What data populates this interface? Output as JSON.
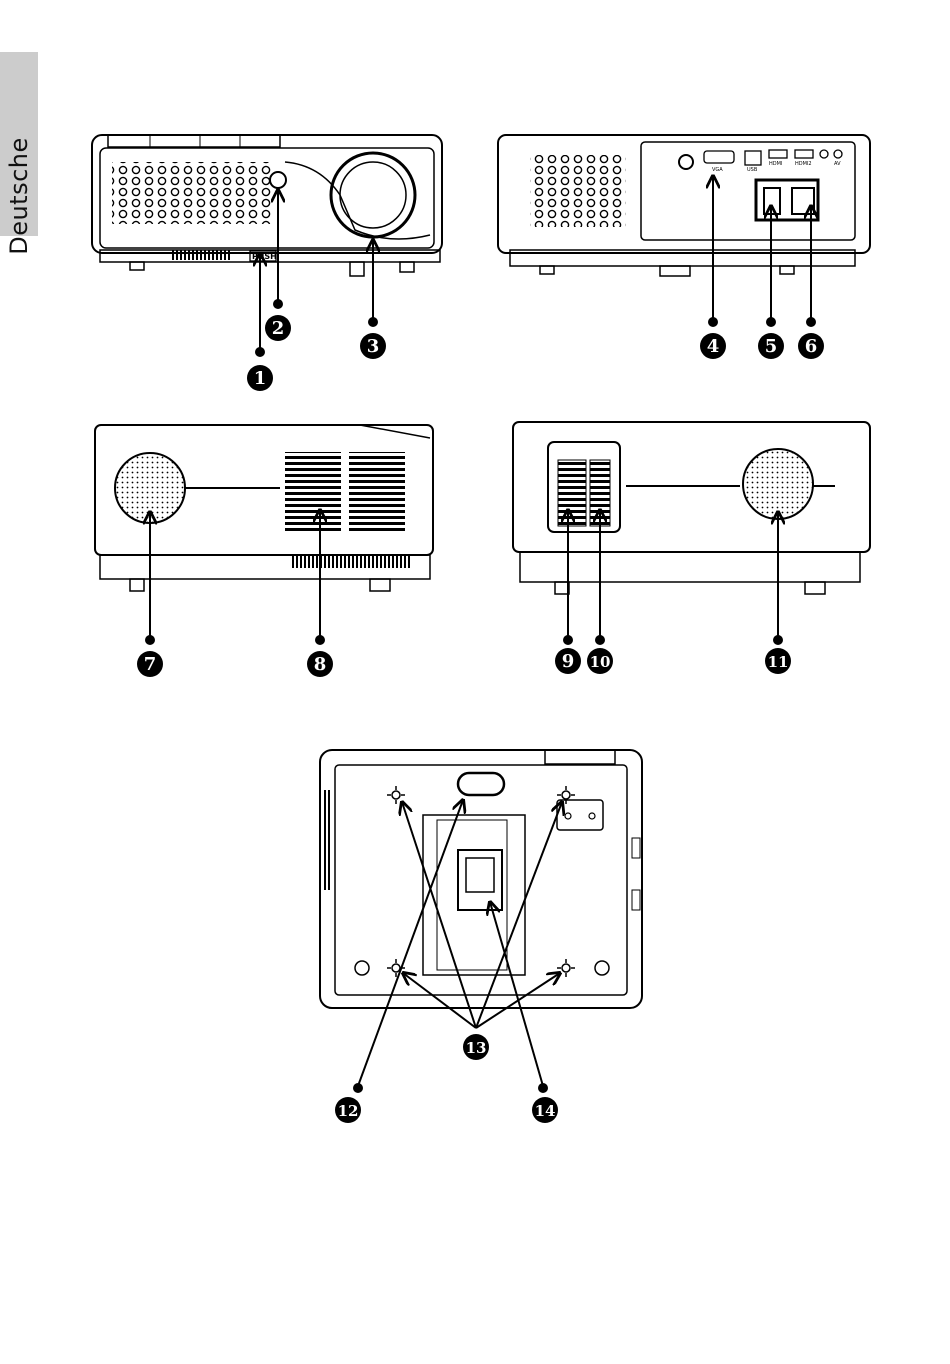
{
  "sidebar": {
    "language_tab": "Deutsche"
  },
  "callouts": [
    "1",
    "2",
    "3",
    "4",
    "5",
    "6",
    "7",
    "8",
    "9",
    "10",
    "11",
    "12",
    "13",
    "14"
  ],
  "front_view": {
    "push_label": "PUSH"
  },
  "rear_view": {
    "ports": [
      "VGA",
      "USB",
      "HDMI",
      "HDMI2",
      "AV"
    ]
  },
  "colors": {
    "ink": "#000000",
    "tab": "#cccccc",
    "paper": "#ffffff"
  }
}
